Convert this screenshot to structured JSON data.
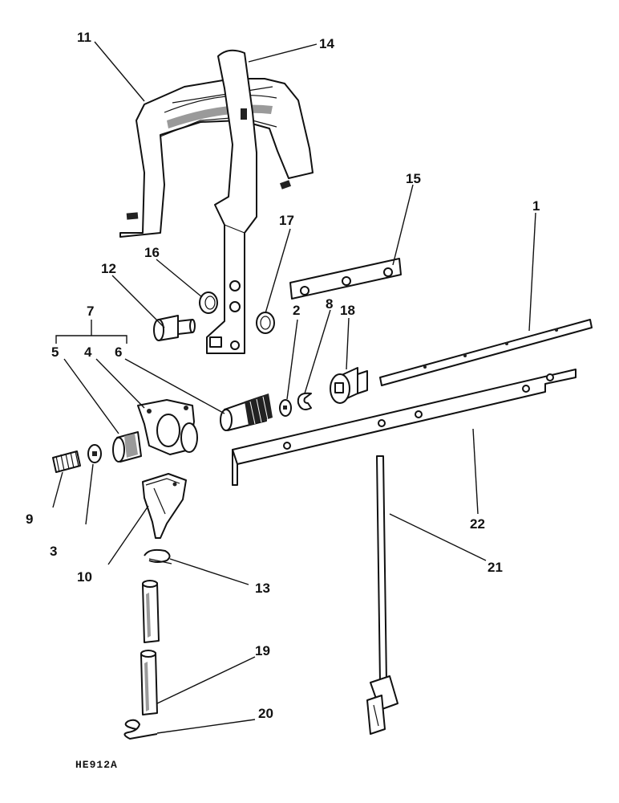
{
  "callouts": {
    "c1": "1",
    "c2": "2",
    "c3": "3",
    "c4": "4",
    "c5": "5",
    "c6": "6",
    "c7": "7",
    "c8": "8",
    "c9": "9",
    "c10": "10",
    "c11": "11",
    "c12": "12",
    "c13": "13",
    "c14": "14",
    "c15": "15",
    "c16": "16",
    "c17": "17",
    "c18": "18",
    "c19": "19",
    "c20": "20",
    "c21": "21",
    "c22": "22"
  },
  "figure_id": "HE912A"
}
